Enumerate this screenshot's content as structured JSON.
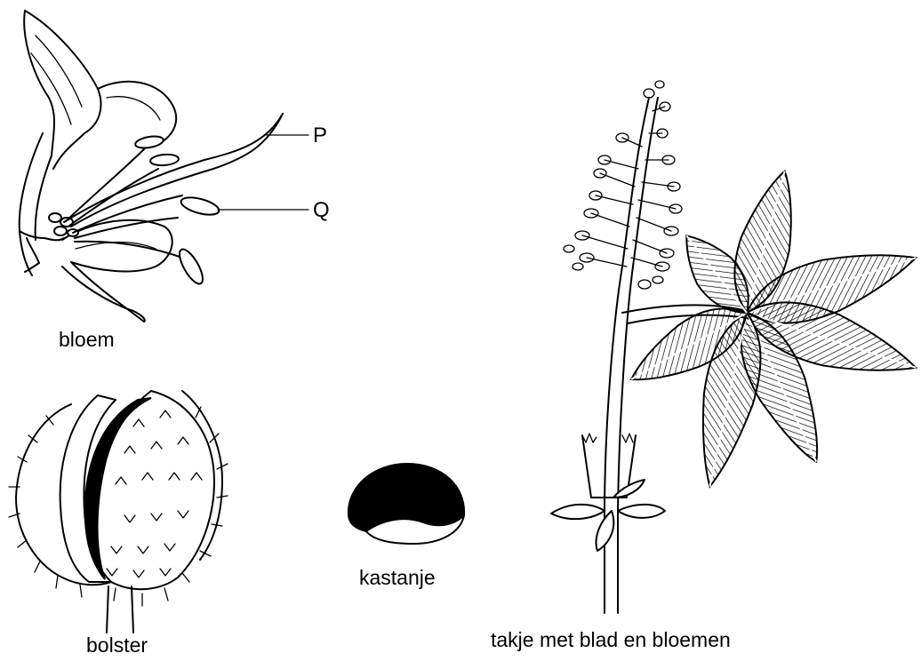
{
  "labels": {
    "flower": "bloem",
    "husk": "bolster",
    "chestnut": "kastanje",
    "twig": "takje met blad en bloemen",
    "pointer_p": "P",
    "pointer_q": "Q"
  },
  "colors": {
    "ink": "#000000",
    "paper": "#ffffff"
  }
}
